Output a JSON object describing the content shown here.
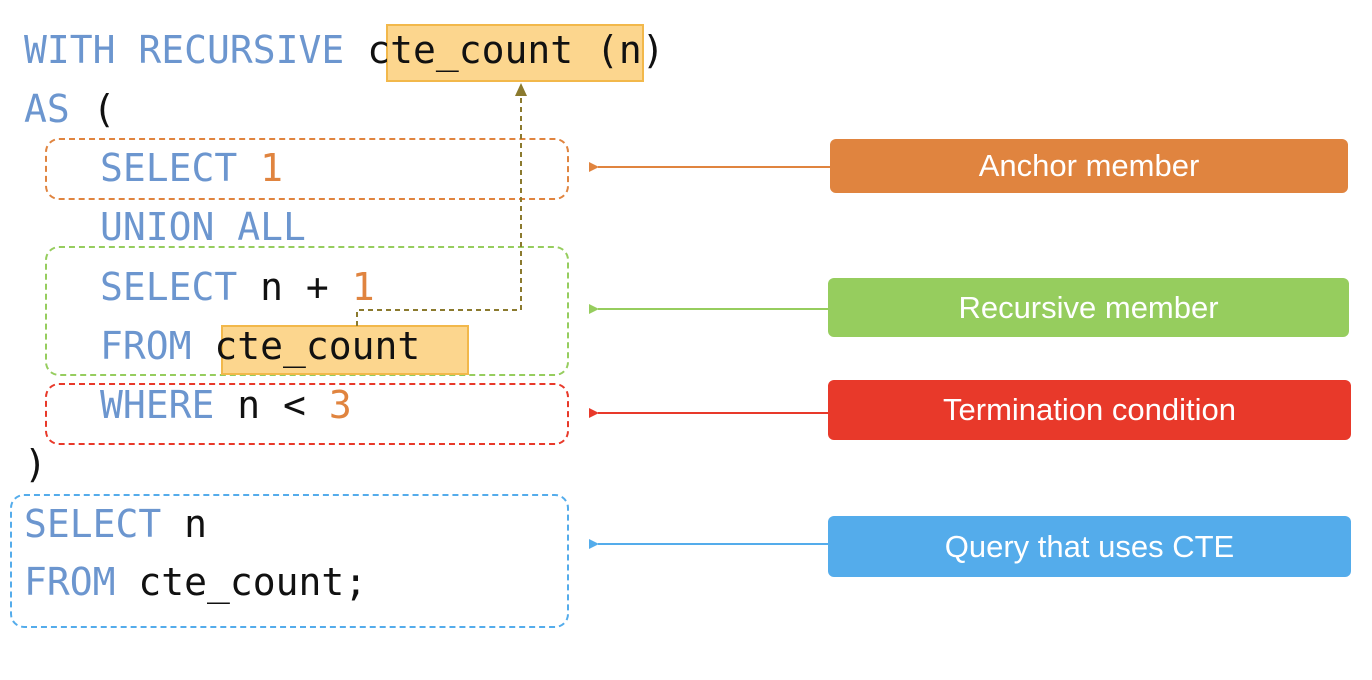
{
  "code": {
    "line1": {
      "kw1": "WITH",
      "kw2": "RECURSIVE",
      "name": "cte_count",
      "params": "(n)"
    },
    "line2": {
      "kw": "AS",
      "paren": "("
    },
    "line3": {
      "kw": "SELECT",
      "num": "1"
    },
    "line4": {
      "kw": "UNION ALL"
    },
    "line5": {
      "kw": "SELECT",
      "expr": "n +",
      "num": "1"
    },
    "line6": {
      "kw": "FROM",
      "name": "cte_count"
    },
    "line7": {
      "kw": "WHERE",
      "expr": "n <",
      "num": "3"
    },
    "line8": {
      "paren": ")"
    },
    "line9": {
      "kw": "SELECT",
      "ident": "n"
    },
    "line10": {
      "kw": "FROM",
      "ident": "cte_count;"
    }
  },
  "labels": {
    "anchor": "Anchor member",
    "recursive": "Recursive member",
    "termination": "Termination condition",
    "query": "Query that uses CTE"
  },
  "colors": {
    "keyword": "#6c96cf",
    "number": "#e0843f",
    "highlight": "#fcd68e",
    "highlight_border": "#f2b84b",
    "anchor": "#e0843f",
    "recursive": "#96cd5e",
    "termination": "#e8392a",
    "query": "#54aceb",
    "reference_arrow": "#8b7a2e"
  }
}
